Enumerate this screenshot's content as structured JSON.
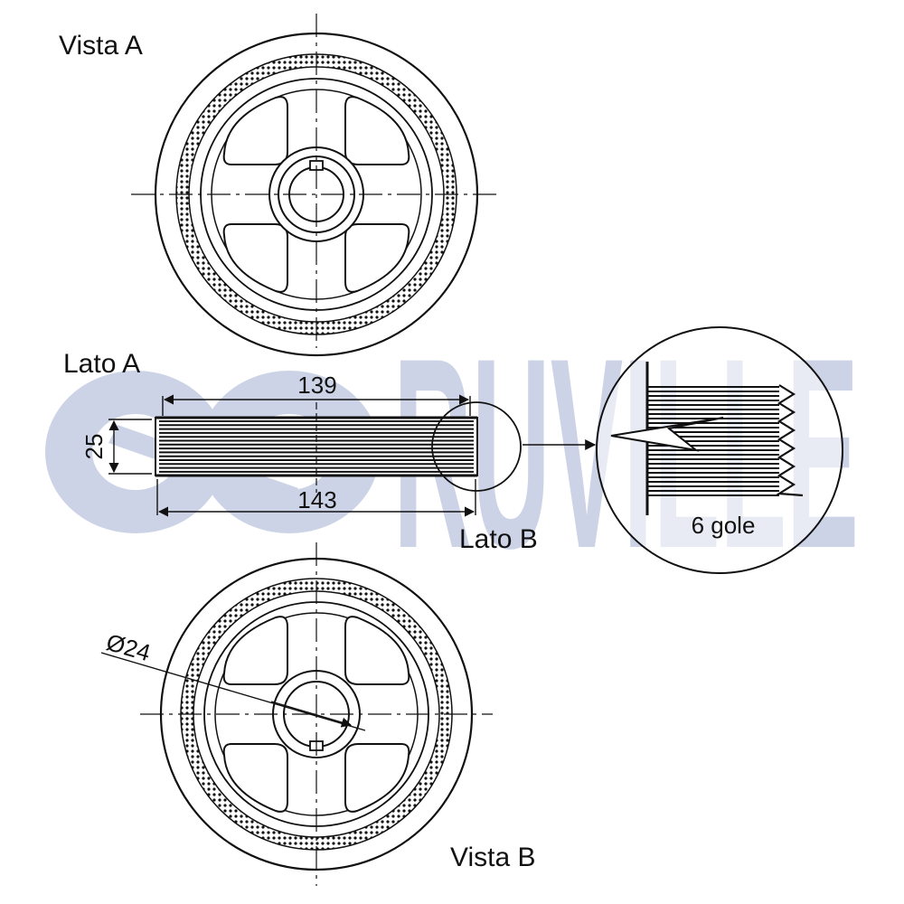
{
  "watermark": {
    "text": "RUVILLE",
    "color": "#ccd3e6"
  },
  "colors": {
    "ink": "#111111",
    "paper": "#ffffff"
  },
  "views": {
    "vista_a": "Vista A",
    "vista_b": "Vista B",
    "lato_a": "Lato A",
    "lato_b": "Lato B"
  },
  "dimensions": {
    "top_width": "139",
    "bottom_width": "143",
    "height": "25",
    "bore_diameter": "Ø24"
  },
  "detail": {
    "grooves_label": "6 gole"
  }
}
